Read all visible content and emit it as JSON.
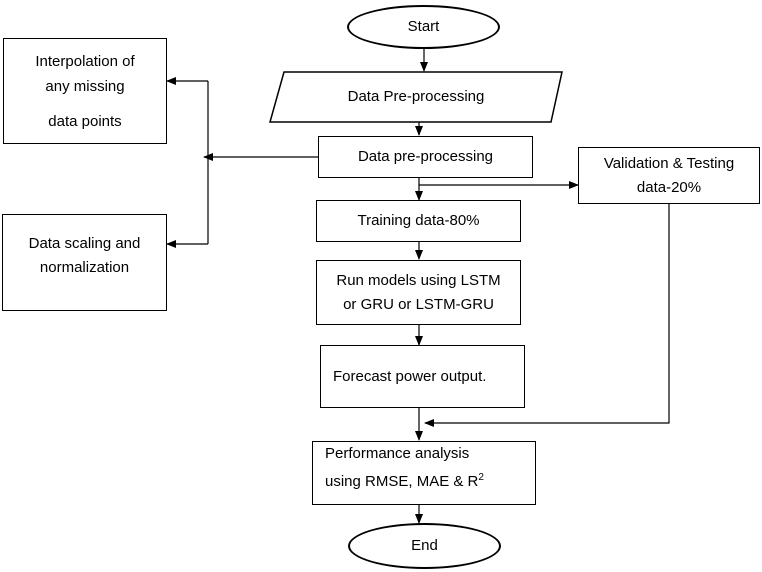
{
  "nodes": {
    "start": "Start",
    "data_pre_processing_io": "Data Pre-processing",
    "data_pre_processing": "Data pre-processing",
    "interpolation": [
      "Interpolation of",
      "any missing",
      "data points"
    ],
    "scaling": [
      "Data scaling and",
      "normalization"
    ],
    "validation": [
      "Validation & Testing",
      "data-20%"
    ],
    "training": "Training data-80%",
    "run_models": [
      "Run models using LSTM",
      "or GRU or LSTM-GRU"
    ],
    "forecast": "Forecast power output.",
    "performance": {
      "line1": "Performance analysis",
      "line2": "using RMSE, MAE & R",
      "superscript": "2"
    },
    "end": "End"
  }
}
